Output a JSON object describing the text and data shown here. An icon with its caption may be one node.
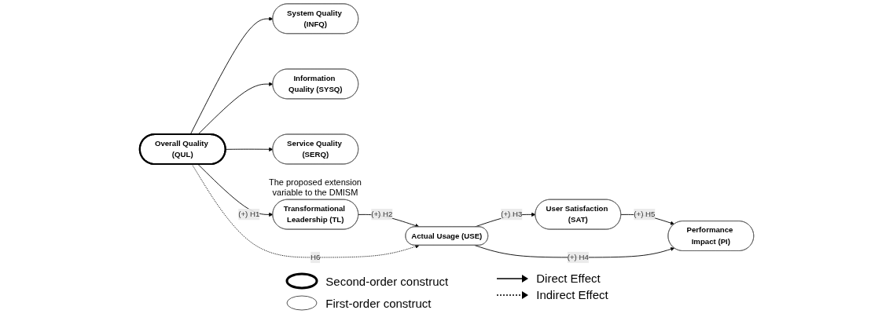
{
  "diagram": {
    "nodes": [
      {
        "text": [
          "System Quality (INFQ)"
        ]
      },
      {
        "text": [
          "Information Quality (SYSQ)"
        ]
      },
      {
        "text": [
          "Service Quality (SERQ)"
        ]
      },
      {
        "text": [
          "Overall Quality (QUL)"
        ]
      },
      {
        "text": [
          "Transformational Leadership (TL)"
        ],
        "beside": [
          "The proposed extension variable to the DMISM"
        ]
      },
      {
        "text": [
          "Actual Usage (USE)"
        ]
      },
      {
        "text": [
          "User Satisfaction (SAT)"
        ]
      },
      {
        "text": [
          "Performance Impact (PI)"
        ]
      }
    ],
    "edges": [
      {
        "from": 3,
        "to": 0,
        "arrow": "to"
      },
      {
        "from": 3,
        "to": 1,
        "arrow": "to"
      },
      {
        "from": 3,
        "to": 2,
        "arrow": "to"
      },
      {
        "from": 3,
        "to": 4,
        "arrow": "to",
        "label": "(+) H1"
      },
      {
        "from": 4,
        "to": 5,
        "arrow": "to",
        "label": "(+) H2"
      },
      {
        "from": 5,
        "to": 6,
        "arrow": "to",
        "label": "(+) H3"
      },
      {
        "from": 6,
        "to": 7,
        "arrow": "to",
        "label": "(+) H5"
      },
      {
        "from": 5,
        "to": 7,
        "arrow": "to",
        "label": "(+) H4"
      },
      {
        "from": 3,
        "to": 5,
        "arrow": "to",
        "label": "H6",
        "style": "dashed"
      }
    ],
    "legend": [
      {
        "text": "Second-order construct"
      },
      {
        "text": "First-order construct"
      },
      {
        "text": "Direct Effect"
      },
      {
        "text": "Indirect Effect"
      }
    ]
  }
}
